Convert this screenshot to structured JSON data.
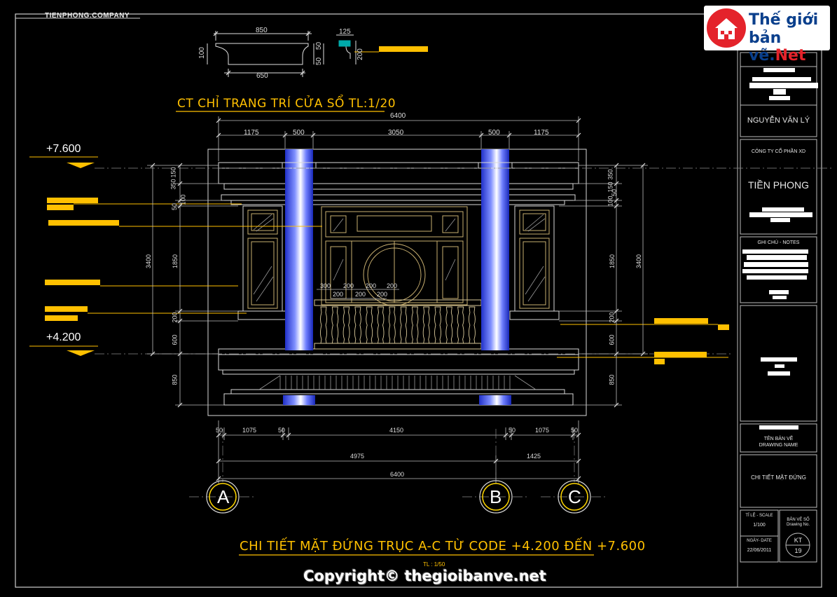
{
  "header": {
    "company": "TIENPHONG.COMPANY"
  },
  "logo": {
    "line1": "Thế giới",
    "line2_main": "bản vẽ.",
    "line2_net": "Net"
  },
  "detail": {
    "title": "CT CHỈ TRANG TRÍ CỬA SỔ TL:1/20",
    "dims": [
      "850",
      "650",
      "125",
      "100",
      "50",
      "50",
      "200"
    ]
  },
  "elevation": {
    "title": "CHI TIẾT MẶT ĐỨNG TRỤC A-C TỪ CODE +4.200 ĐẾN +7.600",
    "scale": "TL : 1/50",
    "level_top": "+7.600",
    "level_bottom": "+4.200",
    "top_total": "6400",
    "top_dims": [
      "1175",
      "500",
      "3050",
      "500",
      "1175"
    ],
    "left_dims": [
      "150",
      "350",
      "50",
      "100",
      "1850",
      "200",
      "600",
      "850"
    ],
    "left_total": "3400",
    "right_dims": [
      "350",
      "150",
      "50",
      "100",
      "1850",
      "200",
      "600",
      "850"
    ],
    "right_total": "3400",
    "rail_dims_top": [
      "300",
      "200",
      "200",
      "200"
    ],
    "rail_dims_bottom": [
      "200",
      "200",
      "200"
    ],
    "bottom_dims": [
      "50",
      "1075",
      "50",
      "4150",
      "50",
      "1075",
      "50"
    ],
    "axis_dims": [
      "4975",
      "1425"
    ],
    "axis_total": "6400",
    "axes": [
      "A",
      "B",
      "C"
    ]
  },
  "title_block": {
    "designer": "NGUYỄN VĂN LÝ",
    "company_label": "CÔNG TY CỔ PHẦN XD",
    "company_name": "TIỀN PHONG",
    "notes_label": "GHI CHÚ - NOTES",
    "drawing_name_label": "TÊN BẢN VẼ",
    "drawing_name_label_en": "DRAWING NAME",
    "drawing_name": "CHI TIẾT MẶT ĐỨNG",
    "scale_label": "TỈ LỆ - SCALE",
    "scale_value": "1/100",
    "date_label": "NGÀY- DATE",
    "date_value": "22/06/2011",
    "drawing_no_label": "BẢN VẼ SỐ",
    "drawing_no_label_en": "Drawing No.",
    "sheet_code": "KT",
    "sheet_no": "19"
  },
  "copyright": "Copyright© thegioibanve.net"
}
